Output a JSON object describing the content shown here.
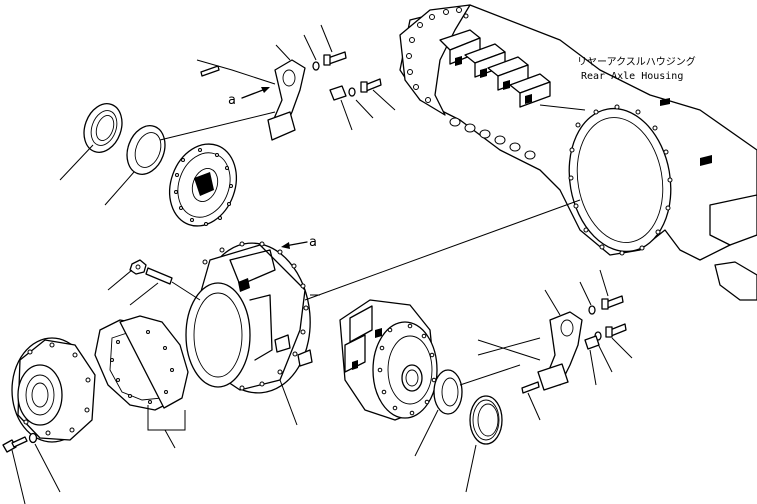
{
  "diagram": {
    "housing_label_jp": "リヤーアクスルハウジング",
    "housing_label_en": "Rear Axle Housing",
    "marker_upper": "a",
    "marker_lower": "a"
  },
  "colors": {
    "line": "#000000",
    "background": "#ffffff"
  }
}
